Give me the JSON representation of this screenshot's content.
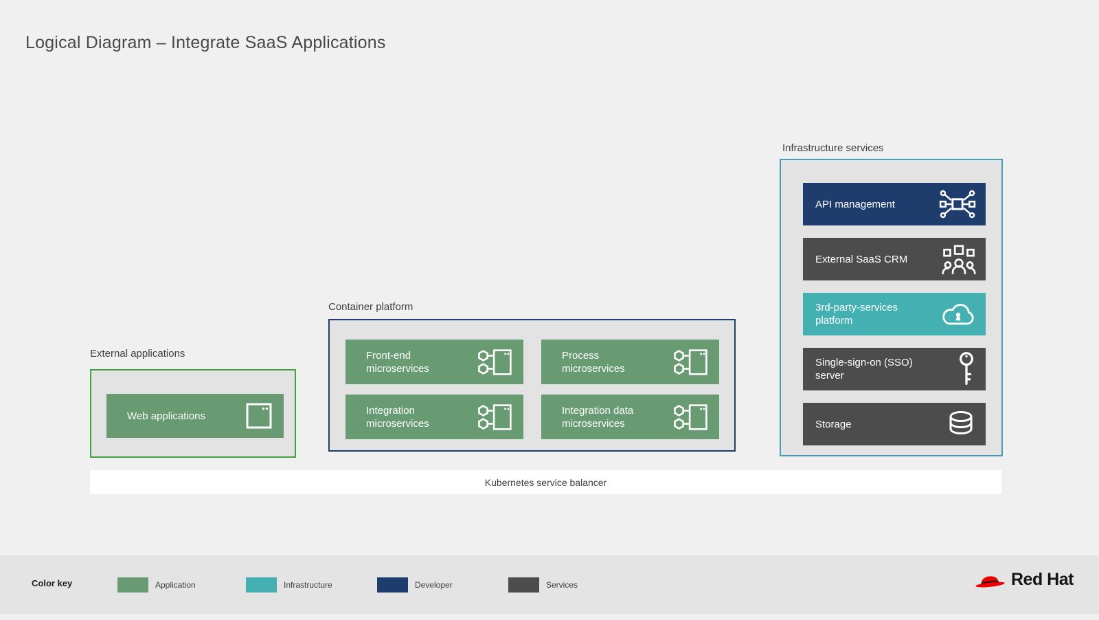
{
  "title": "Logical Diagram – Integrate SaaS Applications",
  "groups": {
    "external_applications": {
      "label": "External applications",
      "items": [
        {
          "label": "Web applications",
          "icon": "browser-window-icon",
          "role": "application",
          "color": "#699b72"
        }
      ]
    },
    "container_platform": {
      "label": "Container platform",
      "items": [
        {
          "label": "Front-end microservices",
          "icon": "microservice-icon",
          "role": "application",
          "color": "#699b72"
        },
        {
          "label": "Process microservices",
          "icon": "microservice-icon",
          "role": "application",
          "color": "#699b72"
        },
        {
          "label": "Integration microservices",
          "icon": "microservice-icon",
          "role": "application",
          "color": "#699b72"
        },
        {
          "label": "Integration data microservices",
          "icon": "microservice-icon",
          "role": "application",
          "color": "#699b72"
        }
      ]
    },
    "infrastructure_services": {
      "label": "Infrastructure services",
      "items": [
        {
          "label": "API management",
          "icon": "api-icon",
          "role": "developer",
          "color": "#1e3d6d"
        },
        {
          "label": "External SaaS CRM",
          "icon": "crm-users-icon",
          "role": "services",
          "color": "#4c4c4c"
        },
        {
          "label": "3rd-party-services platform",
          "icon": "cloud-lock-icon",
          "role": "infrastructure",
          "color": "#45b0b2"
        },
        {
          "label": "Single-sign-on (SSO) server",
          "icon": "key-icon",
          "role": "services",
          "color": "#4c4c4c"
        },
        {
          "label": "Storage",
          "icon": "database-icon",
          "role": "services",
          "color": "#4c4c4c"
        }
      ]
    }
  },
  "balancer": {
    "label": "Kubernetes service balancer"
  },
  "footer": {
    "color_key_label": "Color key",
    "legend": [
      {
        "label": "Application",
        "color": "#699b72"
      },
      {
        "label": "Infrastructure",
        "color": "#45b0b2"
      },
      {
        "label": "Developer",
        "color": "#1e3d6d"
      },
      {
        "label": "Services",
        "color": "#4c4c4c"
      }
    ],
    "brand": "Red Hat"
  },
  "colors": {
    "page_background": "#f0f0f0",
    "footer_background": "#e4e4e4",
    "group_box_fill": "#e3e3e3",
    "external_border": "#3fa33f",
    "container_border": "#1f3e6d",
    "infrastructure_border": "#4a9cb5",
    "balancer_bar": "#ffffff",
    "brand_red": "#ee0000"
  }
}
